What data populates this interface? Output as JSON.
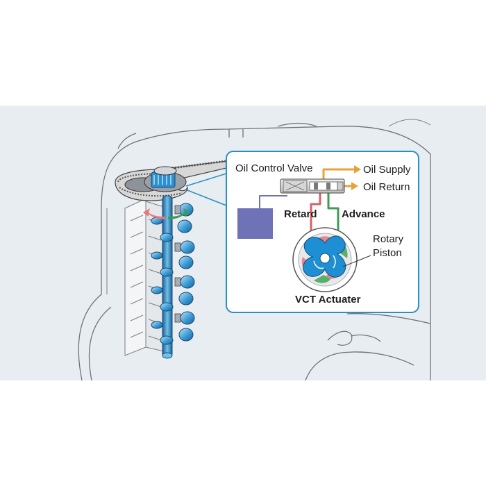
{
  "callout": {
    "oil_control_valve": "Oil Control Valve",
    "oil_supply": "Oil Supply",
    "oil_return": "Oil Return",
    "retard": "Retard",
    "advance": "Advance",
    "rotary_piston_line1": "Rotary",
    "rotary_piston_line2": "Piston",
    "vct_actuater": "VCT Actuater"
  },
  "colors": {
    "band_background": "#e8edf1",
    "callout_border": "#2a8fc4",
    "oil_supply_line": "#e8a23c",
    "retard_line": "#d9606a",
    "advance_line": "#3e9b55",
    "ecu_box": "#6f72b6",
    "rotary_piston": "#1f8fd3",
    "camshaft": "#2b86c3"
  },
  "icons": [
    "engine-illustration",
    "timing-belt",
    "camshaft",
    "oil-control-valve",
    "vct-rotor"
  ]
}
